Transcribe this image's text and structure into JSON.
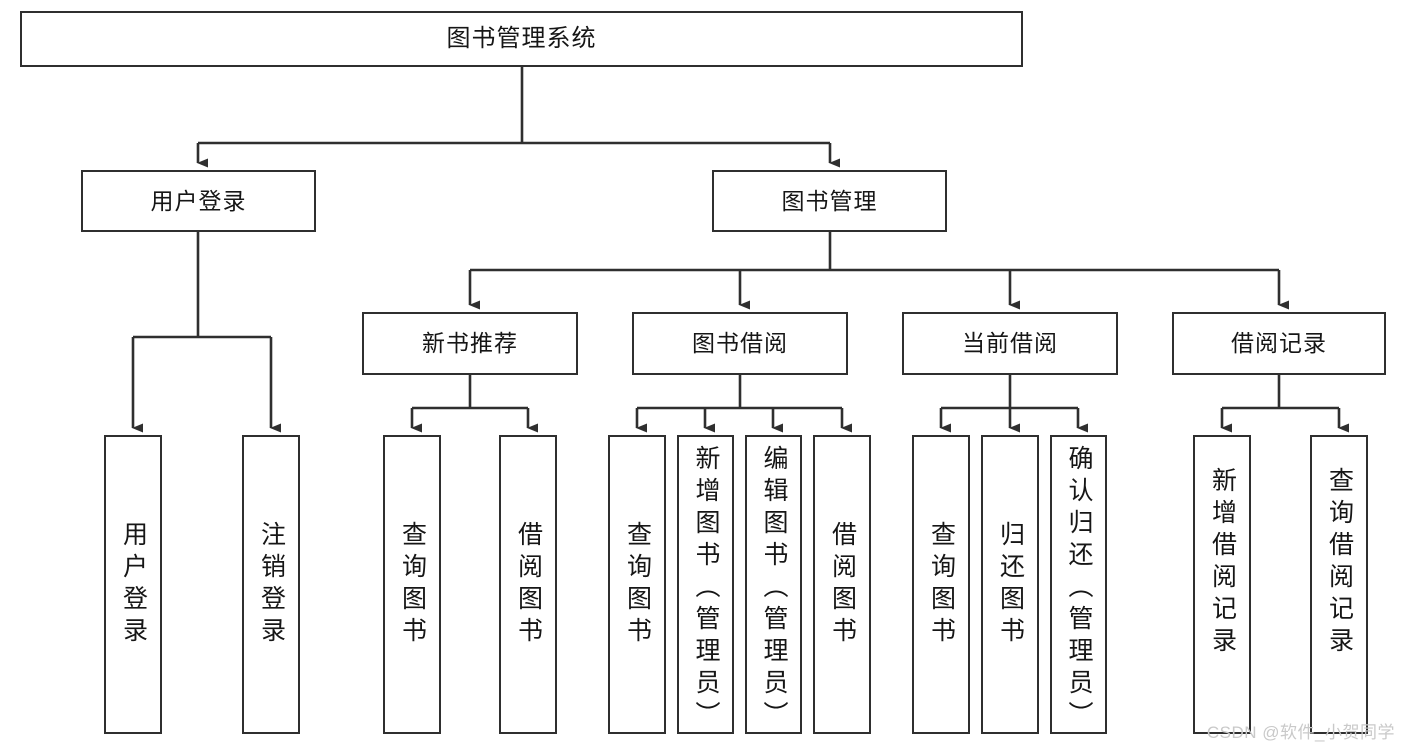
{
  "diagram": {
    "title": "图书管理系统",
    "type": "hierarchy-tree",
    "root": {
      "label": "图书管理系统"
    },
    "level2": [
      {
        "label": "用户登录"
      },
      {
        "label": "图书管理"
      }
    ],
    "level3": [
      {
        "label": "新书推荐"
      },
      {
        "label": "图书借阅"
      },
      {
        "label": "当前借阅"
      },
      {
        "label": "借阅记录"
      }
    ],
    "leaves": {
      "user_login": [
        {
          "label": "用户登录"
        },
        {
          "label": "注销登录"
        }
      ],
      "new_book_recommend": [
        {
          "label": "查询图书"
        },
        {
          "label": "借阅图书"
        }
      ],
      "book_borrow": [
        {
          "label": "查询图书"
        },
        {
          "label": "新增图书（管理员）"
        },
        {
          "label": "编辑图书（管理员）"
        },
        {
          "label": "借阅图书"
        }
      ],
      "current_borrow": [
        {
          "label": "查询图书"
        },
        {
          "label": "归还图书"
        },
        {
          "label": "确认归还（管理员）"
        }
      ],
      "borrow_record": [
        {
          "label": "新增借阅记录"
        },
        {
          "label": "查询借阅记录"
        }
      ]
    }
  },
  "watermark": {
    "text": "CSDN @软件_小贺同学"
  },
  "colors": {
    "border": "#2f2f2f",
    "background": "#ffffff",
    "text": "#161616",
    "watermark": "#c9c9c9"
  }
}
